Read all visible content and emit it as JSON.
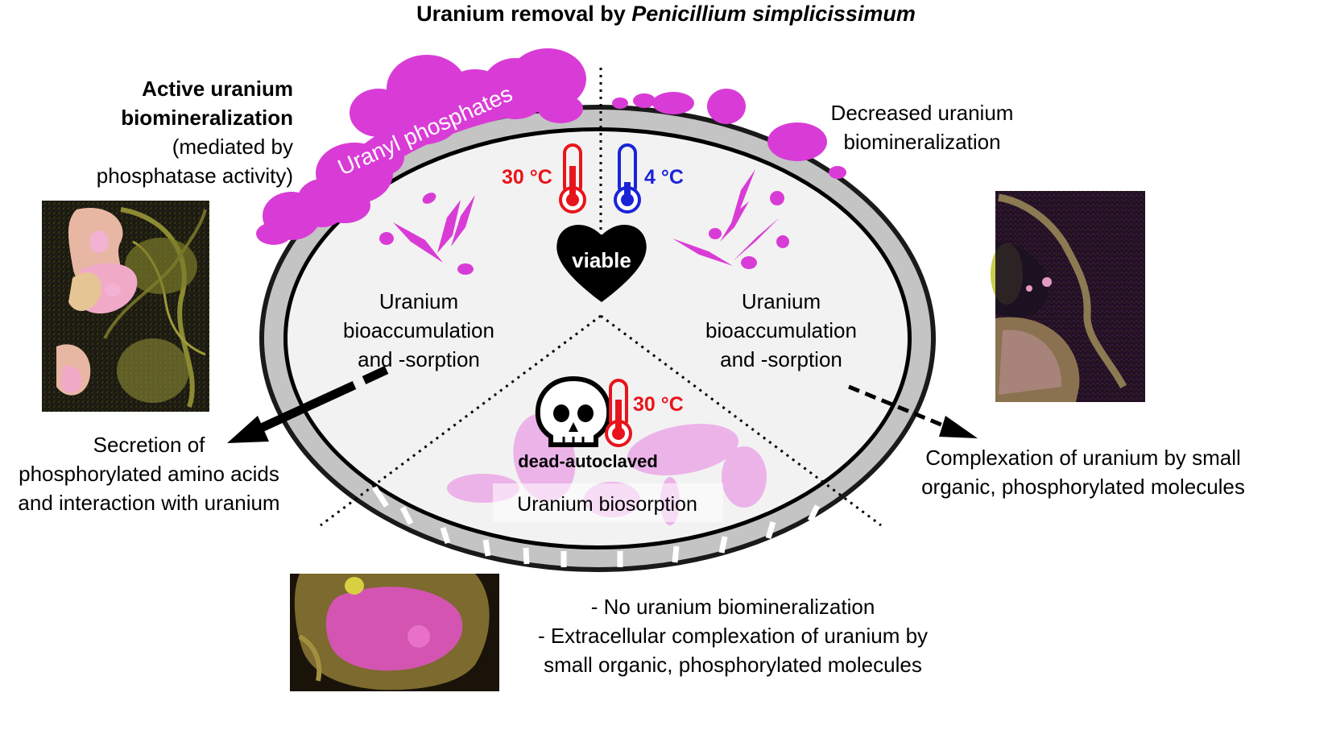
{
  "title": {
    "prefix": "Uranium removal by ",
    "organism": "Penicillium simplicissimum"
  },
  "active": {
    "heading_line1": "Active uranium",
    "heading_line2": "biomineralization",
    "sub_line1": "(mediated by",
    "sub_line2": "phosphatase activity)"
  },
  "decreased": {
    "line1": "Decreased uranium",
    "line2": "biomineralization"
  },
  "uranyl_label": "Uranyl phosphates",
  "temp_30_left": "30 °C",
  "temp_4": "4 °C",
  "temp_30_dead": "30 °C",
  "viable_label": "viable",
  "dead_label": "dead-autoclaved",
  "left_sector": {
    "line1": "Uranium",
    "line2": "bioaccumulation",
    "line3": "and -sorption"
  },
  "right_sector": {
    "line1": "Uranium",
    "line2": "bioaccumulation",
    "line3": "and -sorption"
  },
  "biosorption_label": "Uranium biosorption",
  "secretion": {
    "line1": "Secretion of",
    "line2": "phosphorylated amino acids",
    "line3": "and interaction with uranium"
  },
  "complexation": {
    "line1": "Complexation of uranium by small",
    "line2": "organic, phosphorylated molecules"
  },
  "dead_notes": {
    "line1": "- No uranium biomineralization",
    "line2": "- Extracellular complexation of uranium by",
    "line3": "small organic, phosphorylated molecules"
  },
  "colors": {
    "magenta": "#d93cd6",
    "pale_magenta": "#ecb0e9",
    "hot_red": "#e8141b",
    "cold_blue": "#1a24d6",
    "cell_fill": "#f2f2f2",
    "wall_gray": "#c4c4c4",
    "micrograph_yellow": "#b8b042",
    "micrograph_pink": "#f2a3cf"
  },
  "icons": [
    "thermometer-icon",
    "heart-icon",
    "skull-icon",
    "arrow-icon"
  ]
}
